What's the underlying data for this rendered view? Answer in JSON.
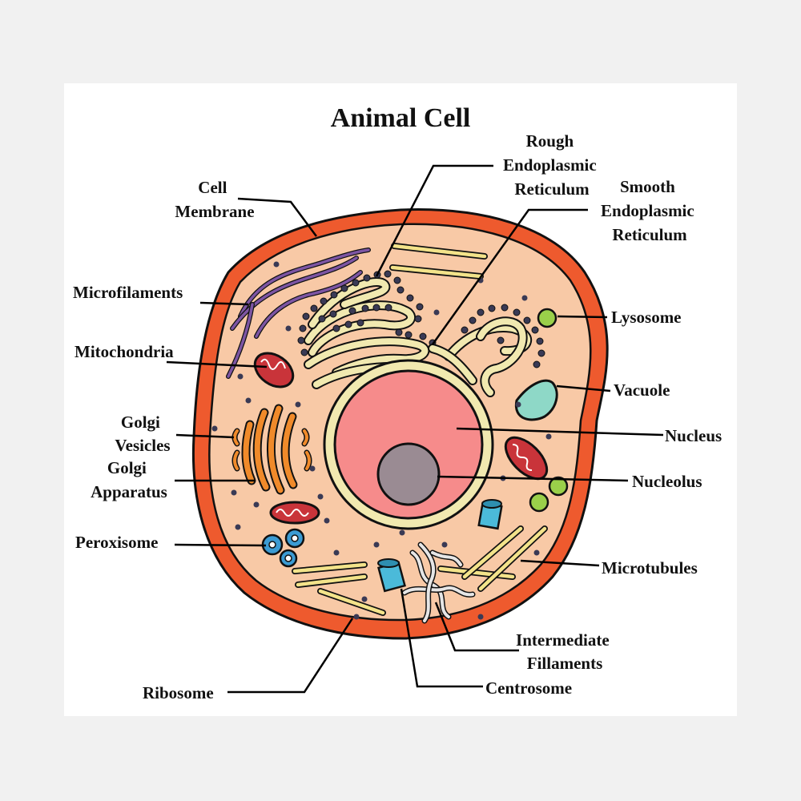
{
  "title": "Animal Cell",
  "labels": {
    "rough_er": [
      "Rough",
      "Endoplasmic",
      "Reticulum"
    ],
    "smooth_er": [
      "Smooth",
      "Endoplasmic",
      "Reticulum"
    ],
    "cell_membrane": [
      "Cell",
      "Membrane"
    ],
    "microfilaments": "Microfilaments",
    "mitochondria": "Mitochondria",
    "golgi_vesicles": [
      "Golgi",
      "Vesicles"
    ],
    "golgi_apparatus": [
      "Golgi",
      "Apparatus"
    ],
    "peroxisome": "Peroxisome",
    "lysosome": "Lysosome",
    "vacuole": "Vacuole",
    "nucleus": "Nucleus",
    "nucleolus": "Nucleolus",
    "microtubules": "Microtubules",
    "intermediate_filaments": [
      "Intermediate",
      "Fillaments"
    ],
    "centrosome": "Centrosome",
    "ribosome": "Ribosome"
  },
  "colors": {
    "membrane": "#ee5a2e",
    "cytoplasm": "#f8c9a6",
    "nuclear_envelope": "#f1e9b0",
    "nucleus": "#f68b8b",
    "nucleolus": "#9a8b93",
    "er": "#f1e9b0",
    "ribosome": "#3a3a55",
    "mitochondria": "#c9343a",
    "golgi": "#f08a2a",
    "microfilaments": "#7d55a3",
    "lysosome": "#9ad04a",
    "vacuole": "#8ed8c7",
    "peroxisome": "#3b9bd3",
    "centrosome": "#4bbad9",
    "microtubules": "#f3e38a"
  }
}
